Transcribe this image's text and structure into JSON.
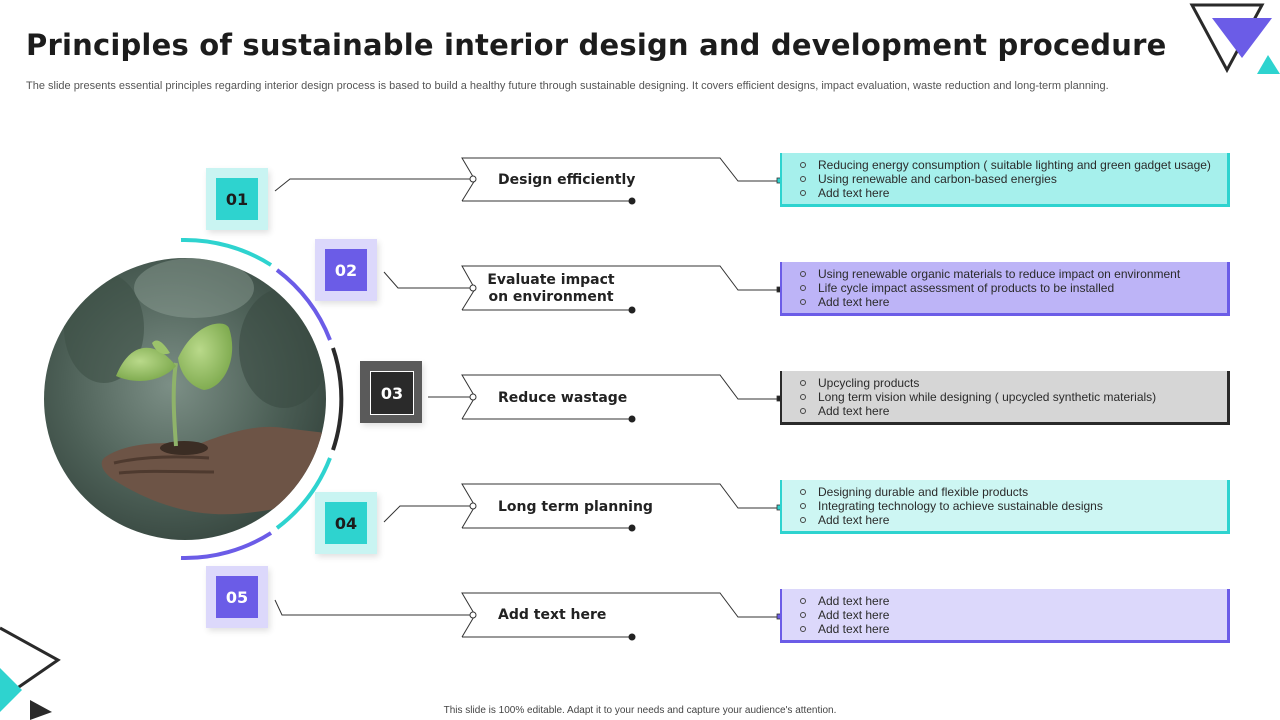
{
  "header": {
    "title": "Principles of sustainable interior design and development procedure",
    "subtitle": "The slide presents essential principles regarding interior design process is based to build a healthy future through sustainable designing. It covers efficient designs, impact evaluation, waste reduction and long-term planning."
  },
  "steps": [
    {
      "number": "01",
      "label_line1": "Design efficiently",
      "label_line2": "",
      "points": [
        "Reducing energy consumption ( suitable lighting and  green gadget usage)",
        "Using renewable and carbon-based energies",
        "Add text here"
      ]
    },
    {
      "number": "02",
      "label_line1": "Evaluate impact",
      "label_line2": "on environment",
      "points": [
        "Using renewable organic materials to reduce impact on environment",
        "Life cycle impact assessment of products to be installed",
        "Add text here"
      ]
    },
    {
      "number": "03",
      "label_line1": "Reduce wastage",
      "label_line2": "",
      "points": [
        "Upcycling products",
        "Long term vision while designing ( upcycled synthetic materials)",
        "Add text here"
      ]
    },
    {
      "number": "04",
      "label_line1": "Long term planning",
      "label_line2": "",
      "points": [
        "Designing durable and flexible products",
        "Integrating technology to  achieve sustainable designs",
        "Add text here"
      ]
    },
    {
      "number": "05",
      "label_line1": "Add text here",
      "label_line2": "",
      "points": [
        "Add text here",
        "Add text here",
        "Add text here"
      ]
    }
  ],
  "footer": {
    "note": "This slide is 100% editable.  Adapt it to your needs and capture your audience's attention."
  },
  "colors": {
    "teal": "#2ed3cf",
    "teal_light": "#a6f0ec",
    "purple": "#6b5ce7",
    "purple_light": "#bdb4f7",
    "dark": "#2a2a2a",
    "gray_light": "#d6d6d6",
    "lavender": "#dcd8fb",
    "mint": "#cdf6f3"
  }
}
